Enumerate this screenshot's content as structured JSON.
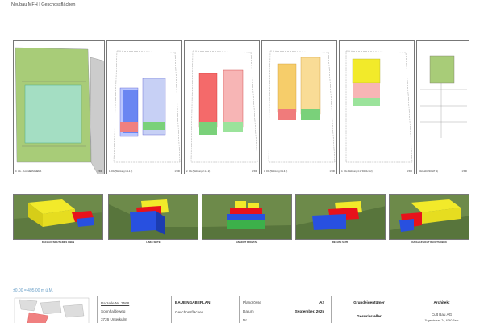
{
  "header": {
    "title": "Neubau MFH | Geschossflächen"
  },
  "plans": [
    {
      "caption": "0. UG - FLÄCHENSCHEMA",
      "scale": "1:500"
    },
    {
      "caption": "1. OG (Wohnung 1.1-1.2)",
      "scale": "1:500"
    },
    {
      "caption": "2. OG (Wohnung 2.1-2.2)",
      "scale": "1:500"
    },
    {
      "caption": "3. OG (Wohnung 3.1-3.2)",
      "scale": "1:500"
    },
    {
      "caption": "4. OG (Wohnung 4.1 / DACH 4.2)",
      "scale": "1:500"
    },
    {
      "caption": "DACHAUFSICHT (1)",
      "scale": "1:500"
    }
  ],
  "views": [
    {
      "caption": "DACHAUFSICHT LINKS OBEN"
    },
    {
      "caption": "LINKE SEITE"
    },
    {
      "caption": "ANSICHT FRONTAL"
    },
    {
      "caption": "RECHTE SEITE"
    },
    {
      "caption": "DACHAUFSICHT RECHTS OBEN"
    }
  ],
  "elevation_note": "±0.00 = 495.00 m ü.M.",
  "titleblock": {
    "parcel": "Parzelle Nr. 3568",
    "street": "Sonnhaldeweg",
    "city": "3726 Unterkulm",
    "plan_title": "BAUEINGABEPLAN",
    "plan_subtitle": "Geschossflächen",
    "plangroesse_label": "Plangrösse",
    "plangroesse_value": "A2",
    "datum_label": "Datum",
    "datum_value": "September, 2025",
    "nr_label": "Nr.",
    "owner_label": "Grundeigentümer",
    "applicant_label": "Gesuchsteller",
    "architect_label": "Architekt",
    "architect_name": "Cult Bau AG",
    "architect_address": "Zugerstrasse 74, 6340 Baar"
  },
  "colors": {
    "yellow": "#f2ea2a",
    "red": "#e8121b",
    "blue": "#2850e0",
    "green_terrain": "#7a9a55",
    "accent_blue": "#6aa0c8"
  }
}
